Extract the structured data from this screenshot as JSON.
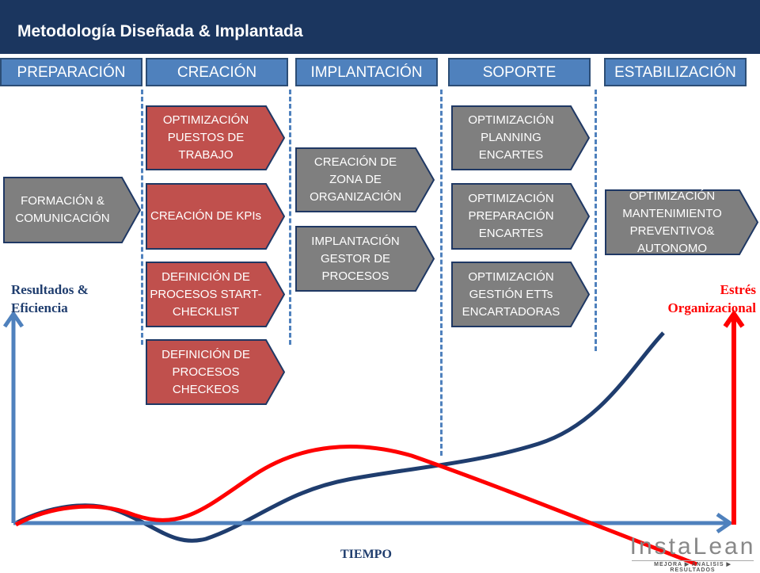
{
  "title": "Metodología Diseñada & Implantada",
  "phases": [
    "PREPARACIÓN",
    "CREACIÓN",
    "IMPLANTACIÓN",
    "SOPORTE",
    "ESTABILIZACIÓN"
  ],
  "boxes": {
    "formacion": "FORMACIÓN & COMUNICACIÓN",
    "c1": "OPTIMIZACIÓN PUESTOS DE TRABAJO",
    "c2": "CREACIÓN DE KPIs",
    "c3": "DEFINICIÓN DE PROCESOS START-CHECKLIST",
    "c4": "DEFINICIÓN DE PROCESOS CHECKEOS",
    "i1": "CREACIÓN DE ZONA DE ORGANIZACIÓN",
    "i2": "IMPLANTACIÓN GESTOR DE PROCESOS",
    "s1": "OPTIMIZACIÓN PLANNING ENCARTES",
    "s2": "OPTIMIZACIÓN PREPARACIÓN ENCARTES",
    "s3": "OPTIMIZACIÓN GESTIÓN ETTs ENCARTADORAS",
    "e1": "OPTIMIZACIÓN MANTENIMIENTO PREVENTIVO& AUTONOMO"
  },
  "axis": {
    "left_label": "Resultados & Eficiencia",
    "right_label": "Estrés Organizacional",
    "x_label": "TIEMPO"
  },
  "logo": {
    "name": "InstaLean",
    "tagline": "MEJORA ▶ ANALISIS ▶ RESULTADOS"
  },
  "colors": {
    "header": "#1b365f",
    "phase": "#4f81bd",
    "red_box": "#c0504d",
    "gray_box": "#7f7f7f",
    "results": "#1f3d6e",
    "stress": "#ff0000"
  }
}
